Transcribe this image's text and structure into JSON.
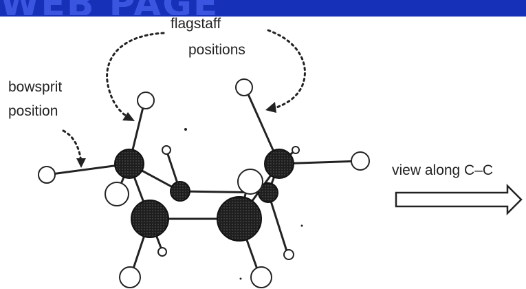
{
  "header": {
    "banner_text": "WEB PAGE"
  },
  "labels": {
    "flagstaff_line1": "flagstaff",
    "flagstaff_line2": "positions",
    "bowsprit_line1": "bowsprit",
    "bowsprit_line2": "position",
    "view_along": "view along C–C"
  },
  "colors": {
    "banner": "#1730b8",
    "carbon": "#1e1e1e",
    "hydrogen": "#ffffff",
    "ink": "#222222"
  },
  "icons": {
    "view_arrow": "right-arrow-outline"
  }
}
